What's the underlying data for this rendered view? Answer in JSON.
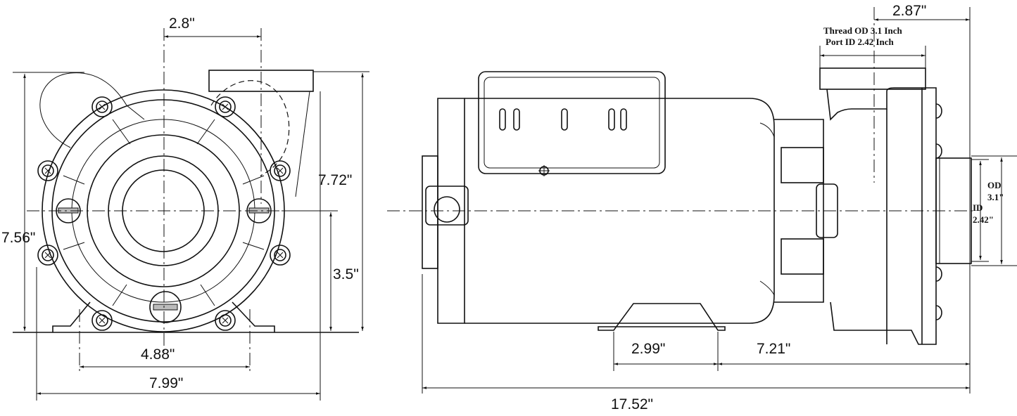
{
  "front_view": {
    "dims": {
      "top_offset": "2.8\"",
      "overall_height_left": "7.56\"",
      "overall_height_right": "7.72\"",
      "shaft_height": "3.5\"",
      "foot_bolt_spacing": "4.88\"",
      "overall_width": "7.99\""
    }
  },
  "side_view": {
    "dims": {
      "port_to_face": "2.87\"",
      "foot_width": "2.99\"",
      "foot_to_face": "7.21\"",
      "overall_length": "17.52\""
    },
    "port_note": {
      "line1": "Thread OD 3.1 Inch",
      "line2": "Port ID 2.42 Inch"
    },
    "outlet": {
      "od_label": "OD",
      "od_value": "3.1\"",
      "id_label": "ID",
      "id_value": "2.42\""
    }
  },
  "icons": [
    "bolt-icon",
    "drain-plug-icon",
    "arrowhead-icon"
  ]
}
